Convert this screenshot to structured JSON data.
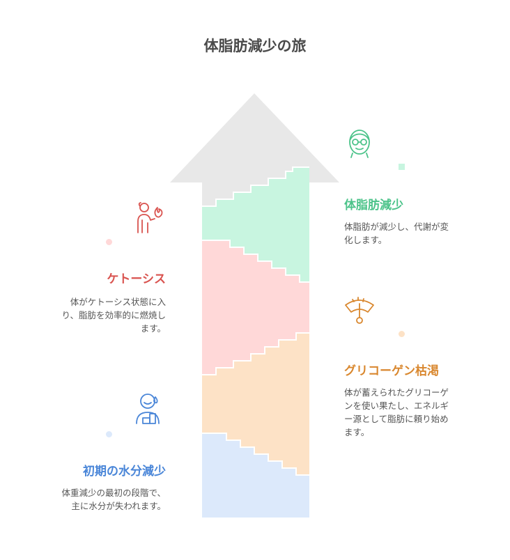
{
  "title": "体脂肪減少の旅",
  "stages": [
    {
      "title": "体脂肪減少",
      "description": "体脂肪が減少し、代謝が変\n化します。",
      "color": "#4cc38a",
      "fill": "#c8f5e0",
      "icon": "face-with-glasses-icon"
    },
    {
      "title": "ケトーシス",
      "description": "体がケトーシス状態に入\nり、脂肪を効率的に燃焼し\nます。",
      "color": "#d9534f",
      "fill": "#ffd8d8",
      "icon": "person-with-flame-icon"
    },
    {
      "title": "グリコーゲン枯渇",
      "description": "体が蓄えられたグリコーゲ\nンを使い果たし、エネルギ\nー源として脂肪に頼り始め\nます。",
      "color": "#d9872e",
      "fill": "#fde2c6",
      "icon": "fuel-gauge-icon"
    },
    {
      "title": "初期の水分減少",
      "description": "体重減少の最初の段階で、\n主に水分が失われます。",
      "color": "#4a86d8",
      "fill": "#dce9fb",
      "icon": "person-with-droplet-icon"
    }
  ],
  "arrow_head_color": "#e8e8e8"
}
